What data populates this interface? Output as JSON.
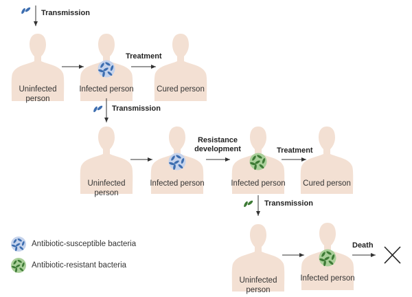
{
  "colors": {
    "body": "#f3e0d3",
    "arrow": "#333333",
    "susceptible_circle": "#c5d3ec",
    "susceptible_bacteria": "#3d6eb0",
    "resistant_circle": "#a9cf99",
    "resistant_bacteria": "#3d7a35"
  },
  "labels": {
    "transmission_1": "Transmission",
    "treatment_1": "Treatment",
    "row1_uninfected_1": "Uninfected",
    "row1_uninfected_2": "person",
    "row1_infected": "Infected person",
    "row1_cured": "Cured person",
    "transmission_2": "Transmission",
    "resistance_1": "Resistance",
    "resistance_2": "development",
    "treatment_2": "Treatment",
    "row2_uninfected_1": "Uninfected",
    "row2_uninfected_2": "person",
    "row2_infected_1": "Infected person",
    "row2_infected_2": "Infected person",
    "row2_cured": "Cured person",
    "transmission_3": "Transmission",
    "death": "Death",
    "row3_uninfected_1": "Uninfected",
    "row3_uninfected_2": "person",
    "row3_infected": "Infected person"
  },
  "legend": {
    "susceptible": "Antibiotic-susceptible bacteria",
    "resistant": "Antibiotic-resistant bacteria"
  }
}
